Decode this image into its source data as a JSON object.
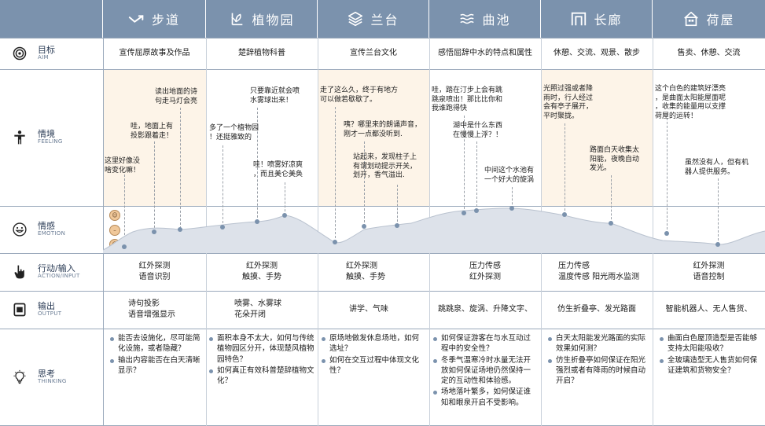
{
  "header": {
    "columns": [
      {
        "title": "步道",
        "icon": "path-arrow-icon"
      },
      {
        "title": "植物园",
        "icon": "sprout-icon"
      },
      {
        "title": "兰台",
        "icon": "layers-icon"
      },
      {
        "title": "曲池",
        "icon": "water-waves-icon"
      },
      {
        "title": "长廊",
        "icon": "corridor-frame-icon"
      },
      {
        "title": "荷屋",
        "icon": "house-icon"
      }
    ]
  },
  "rows": {
    "aim": {
      "label_cn": "目标",
      "label_en": "AIM",
      "icon": "target-icon",
      "values": [
        "宣传屈原故事及作品",
        "楚辞植物科普",
        "宣传兰台文化",
        "感悟屈辞中水的特点和属性",
        "休憩、交流、观景、散步",
        "售卖、休憩、交流"
      ]
    },
    "feeling": {
      "label_cn": "情境",
      "label_en": "FEELING",
      "icon": "person-icon",
      "notes": [
        {
          "id": "f1",
          "text": "这里好像没\n啥变化嘛！"
        },
        {
          "id": "f2",
          "text": "哇，地面上有\n投影跟着走！"
        },
        {
          "id": "f3",
          "text": "读出地面的诗\n句走马灯会亮"
        },
        {
          "id": "f4",
          "text": "多了一个植物园\n！还挺雅致的"
        },
        {
          "id": "f5",
          "text": "只要靠近就会喷\n水雾球出来！"
        },
        {
          "id": "f6",
          "text": "哇！喷雾好凉爽\n，而且美仑美奂"
        },
        {
          "id": "f7",
          "text": "走了这么久，终于有地方\n可以做若歇歇了。"
        },
        {
          "id": "f8",
          "text": "咦？哪里来的朗诵声音，\n刚才一点都没听到."
        },
        {
          "id": "f9",
          "text": "站起来，发现柱子上\n有谓划动提示开关，\n划开，香气溢出."
        },
        {
          "id": "f10",
          "text": "哇，踏在汀步上会有跳\n跳泉喷出！那比比你和\n我谁跑得快"
        },
        {
          "id": "f11",
          "text": "湖中是什么东西\n在慢慢上浮？！"
        },
        {
          "id": "f12",
          "text": "中间这个水池有\n一个好大的旋涡"
        },
        {
          "id": "f13",
          "text": "光照过强或者降\n雨时，行人经过\n会有亭子展开，\n平时聚拢。"
        },
        {
          "id": "f14",
          "text": "路面白天收集太\n阳能，夜晚自动\n发光。"
        },
        {
          "id": "f15",
          "text": "这个白色的建筑好漂亮\n，是曲面太阳能屋面呢\n，收集的能量用以支撑\n荷屋的运转！"
        },
        {
          "id": "f16",
          "text": "虽然没有人，但有机\n器人提供服务。"
        }
      ]
    },
    "emotion": {
      "label_cn": "情感",
      "label_en": "EMOTION",
      "icon": "smiley-icon"
    },
    "action": {
      "label_cn": "行动/输入",
      "label_en": "ACTION/INPUT",
      "icon": "pointer-hand-icon",
      "values": [
        [
          "红外探测",
          "语音识别"
        ],
        [
          "红外探测",
          "触摸、手势"
        ],
        [
          "红外探测",
          "触摸、手势"
        ],
        [
          "压力传感",
          "红外探测"
        ],
        [
          "压力传感",
          "温度传感 阳光雨水监测"
        ],
        [
          "红外探测",
          "语音控制"
        ]
      ]
    },
    "output": {
      "label_cn": "输出",
      "label_en": "OUTPUT",
      "icon": "display-icon",
      "values": [
        [
          "诗句投影",
          "语音增强显示"
        ],
        [
          "喷雾、水雾球",
          "花朵开闭"
        ],
        [
          "讲学、气味"
        ],
        [
          "跳跳泉、旋涡、升降文字、"
        ],
        [
          "仿生折叠亭、发光路面"
        ],
        [
          "智能机器人、无人售货、"
        ]
      ]
    },
    "thinking": {
      "label_cn": "思考",
      "label_en": "THINKING",
      "icon": "lightbulb-icon",
      "values": [
        [
          "能否去设施化，尽可能简化设施，或者隐藏？",
          "输出内容能否在白天清晰显示？"
        ],
        [
          "面积本身不太大，如何与传统植物园区分开，体现楚风植物园特色？",
          "如何真正有效科普楚辞植物文化？"
        ],
        [
          "原场地做发休息场地，如何选址？",
          "如何在交互过程中体现文化性？"
        ],
        [
          "如何保证游客在与水互动过程中的安全性？",
          "冬季气温寒冷时水量无法开放如何保证场地仍然保持一定的互动性和体验感。",
          "场地落叶繁多，如何保证谁知和眼泉开启不受影响。"
        ],
        [
          "白天太阳能发光路面的实际效果如何测？",
          "仿生折叠亭如何保证在阳光强烈或者有降雨的时候自动开启？"
        ],
        [
          "曲面白色屋顶造型是否能够支持太阳能吸收？",
          "全玻璃造型无人售货如何保证建筑和货物安全？"
        ]
      ]
    }
  }
}
